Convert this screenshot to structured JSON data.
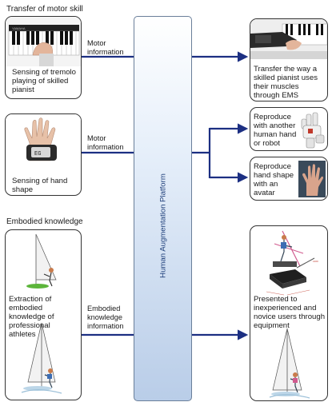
{
  "sections": {
    "motor_skill_title": "Transfer of motor skill",
    "embodied_title": "Embodied knowledge"
  },
  "left_boxes": {
    "piano": {
      "caption": [
        "Sensing of tremolo",
        "playing of skilled",
        "pianist"
      ],
      "keyboard_label": "YAMAHA"
    },
    "hand": {
      "caption": [
        "Sensing of hand",
        "shape"
      ]
    },
    "athlete": {
      "caption": [
        "Extraction of",
        "embodied",
        "knowledge of",
        "professional",
        "athletes"
      ]
    }
  },
  "arrow_labels": {
    "motor1": [
      "Motor",
      "information"
    ],
    "motor2": [
      "Motor",
      "information"
    ],
    "embodied": [
      "Embodied",
      "knowledge",
      "information"
    ]
  },
  "platform": {
    "label": "Human Augmentation Platform"
  },
  "right_boxes": {
    "ems": {
      "caption": [
        "Transfer the way a",
        "skilled pianist uses",
        "their muscles",
        "through EMS"
      ]
    },
    "robot": {
      "caption": [
        "Reproduce",
        "with another",
        "human hand",
        "or robot"
      ]
    },
    "avatar": {
      "caption": [
        "Reproduce",
        "hand shape",
        "with an",
        "avatar"
      ]
    },
    "equipment": {
      "caption": [
        "Presented to",
        "inexperienced and",
        "novice users through",
        "equipment"
      ]
    }
  },
  "colors": {
    "arrow": "#1c2f82",
    "platform_top": "#ffffff",
    "platform_bottom": "#b9cde8"
  }
}
